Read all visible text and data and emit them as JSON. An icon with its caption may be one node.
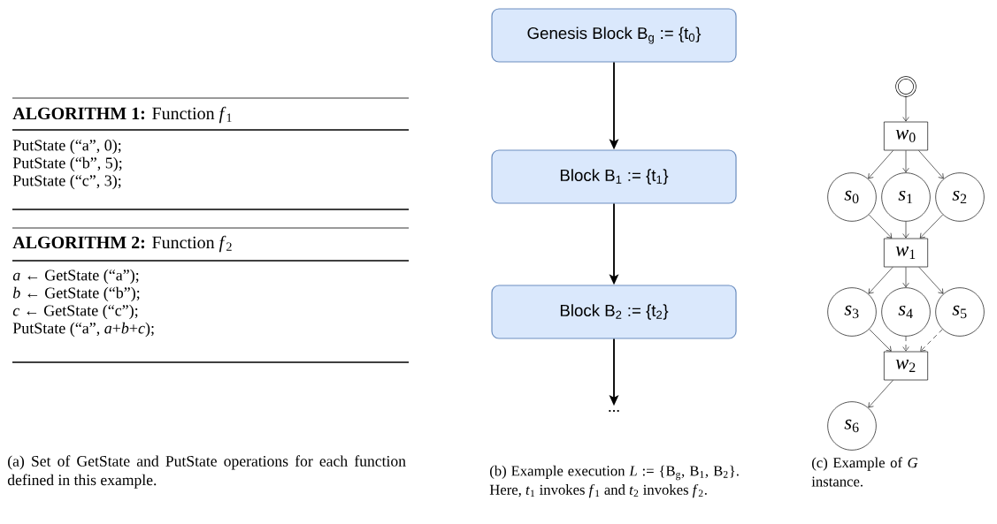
{
  "diagram": {
    "nodes": [
      {
        "text": [
          "Genesis Block B$_{g}$ := {t$_{0}$}"
        ]
      },
      {
        "text": [
          "Block B$_{1}$ := {t$_{1}$}"
        ]
      },
      {
        "text": [
          "Block B$_{2}$ := {t$_{2}$}"
        ]
      },
      {
        "text": [
          "..."
        ]
      },
      {
        "text": [],
        "shape": "circle"
      },
      {
        "text": [
          "*w*$_{0}$"
        ]
      },
      {
        "text": [
          "*s*$_{0}$"
        ]
      },
      {
        "text": [
          "*s*$_{1}$"
        ]
      },
      {
        "text": [
          "*s*$_{2}$"
        ]
      },
      {
        "text": [
          "*w*$_{1}$"
        ]
      },
      {
        "text": [
          "*s*$_{3}$"
        ]
      },
      {
        "text": [
          "*s*$_{4}$"
        ]
      },
      {
        "text": [
          "*s*$_{5}$"
        ]
      },
      {
        "text": [
          "*w*$_{2}$"
        ]
      },
      {
        "text": [
          "*s*$_{6}$"
        ]
      }
    ],
    "edges": [
      {
        "from": 0,
        "to": 1,
        "arrow": "to"
      },
      {
        "from": 1,
        "to": 2,
        "arrow": "to"
      },
      {
        "from": 2,
        "to": 3,
        "arrow": "to"
      },
      {
        "from": 4,
        "to": 5,
        "arrow": "to"
      },
      {
        "from": 5,
        "to": 6,
        "arrow": "to"
      },
      {
        "from": 5,
        "to": 7,
        "arrow": "to"
      },
      {
        "from": 5,
        "to": 8,
        "arrow": "to"
      },
      {
        "from": 6,
        "to": 9,
        "arrow": "to"
      },
      {
        "from": 7,
        "to": 9,
        "arrow": "to"
      },
      {
        "from": 8,
        "to": 9,
        "arrow": "to"
      },
      {
        "from": 9,
        "to": 10,
        "arrow": "to"
      },
      {
        "from": 9,
        "to": 11,
        "arrow": "to"
      },
      {
        "from": 9,
        "to": 12,
        "arrow": "to"
      },
      {
        "from": 10,
        "to": 13,
        "arrow": "to"
      },
      {
        "from": 11,
        "to": 13,
        "arrow": "to",
        "style": "dashed"
      },
      {
        "from": 12,
        "to": 13,
        "arrow": "to",
        "style": "dashed"
      },
      {
        "from": 13,
        "to": 14,
        "arrow": "to"
      }
    ],
    "labels": [
      "**ALGORITHM 1:** Function *f*$_{1}$",
      "PutState (“a”, 0);",
      "PutState (“b”, 5);",
      "PutState (“c”, 3);",
      "**ALGORITHM 2:** Function *f*$_{2}$",
      "*a* ← GetState (“a”);",
      "*b* ← GetState (“b”);",
      "*c* ← GetState (“c”);",
      "PutState (“a”, *a*+*b*+*c*);",
      "(a) Set of GetState and PutState operations for each function defined in this example.",
      "(b) Example execution *L* := {B$_{g}$, B$_{1}$, B$_{2}$}. Here, *t*$_{1}$ invokes *f*$_{1}$ and *t*$_{2}$ invokes *f*$_{2}$.",
      "(c) Example of *G* instance."
    ]
  }
}
